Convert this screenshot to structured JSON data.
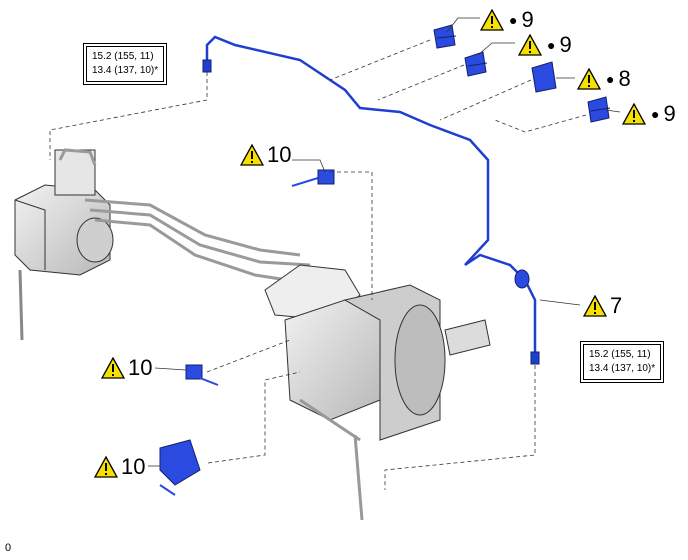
{
  "torque_specs": {
    "top_left": {
      "line1": "15.2 (155, 11)",
      "line2": "13.4 (137, 10)*"
    },
    "bottom_right": {
      "line1": "15.2 (155, 11)",
      "line2": "13.4 (137, 10)*"
    }
  },
  "callouts": {
    "c1": "9",
    "c2": "9",
    "c3": "8",
    "c4": "9",
    "c5": "10",
    "c6": "7",
    "c7": "10",
    "c8": "10"
  },
  "figure_id": "0",
  "icons": {
    "caution": "caution-triangle-icon",
    "bullet": "bullet-dot"
  },
  "colors": {
    "part_blue": "#1f3fd1",
    "caution_yellow": "#f5e000",
    "gray_part": "#d9d9d9",
    "outline": "#333333"
  }
}
